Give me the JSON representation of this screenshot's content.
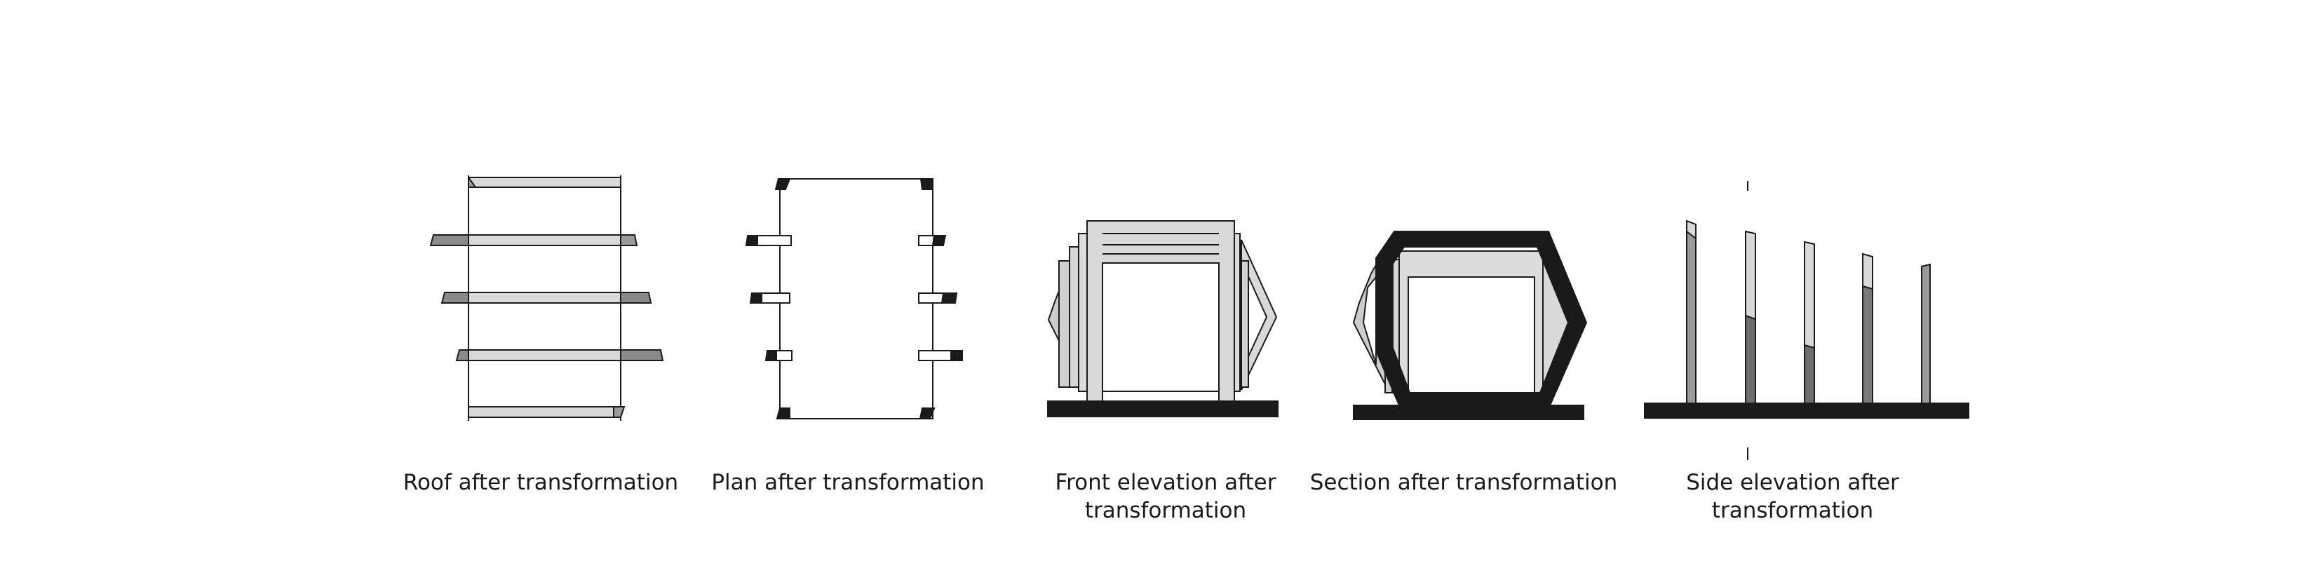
{
  "panels": [
    {
      "id": "roof",
      "lines": [
        "Roof after transformation"
      ]
    },
    {
      "id": "plan",
      "lines": [
        "Plan after transformation"
      ]
    },
    {
      "id": "front",
      "lines": [
        "Front elevation after",
        "transformation"
      ]
    },
    {
      "id": "section",
      "lines": [
        "Section after transformation"
      ]
    },
    {
      "id": "side",
      "lines": [
        "Side elevation after",
        "transformation"
      ]
    }
  ],
  "colors": {
    "ink": "#1a1a1a",
    "light_gray": "#d9d9d9",
    "mid_gray": "#9a9a9a",
    "dark_gray": "#6e6e6e",
    "black": "#1a1a1a"
  }
}
